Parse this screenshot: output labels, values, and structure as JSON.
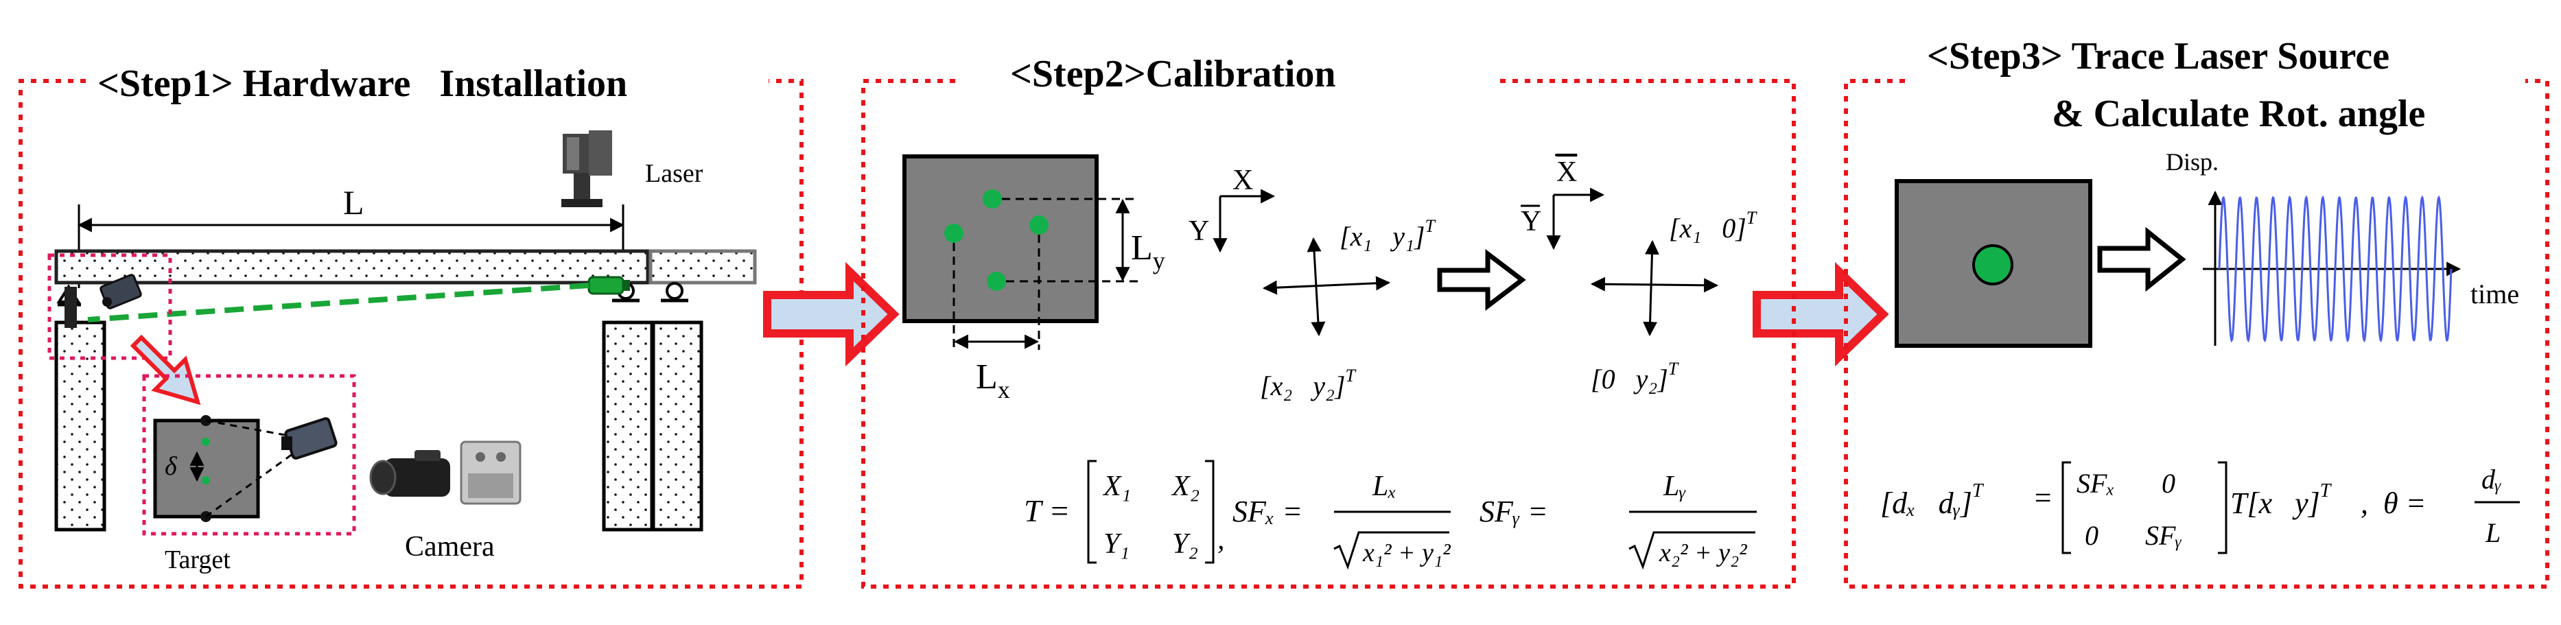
{
  "steps": [
    {
      "title": "<Step1> Hardware   Installation"
    },
    {
      "title": "<Step2>Calibration"
    },
    {
      "title_line1": "<Step3> Trace Laser Source",
      "title_line2": "& Calculate Rot. angle"
    }
  ],
  "step1": {
    "dim_L": "L",
    "laser_label": "Laser",
    "delta_label": "δ",
    "target_label": "Target",
    "camera_label": "Camera"
  },
  "step2": {
    "Ly_main": "L",
    "Ly_sub": "y",
    "Lx_main": "L",
    "Lx_sub": "x",
    "axis_X": "X",
    "axis_Y": "Y",
    "axis_Xbar": "X",
    "axis_Ybar": "Y",
    "vec_top_left": "[x₁   y₁]",
    "vec_bottom_left": "[x₂   y₂]",
    "vec_top_right": "[x₁   0]",
    "vec_bottom_right": "[0   y₂]",
    "sup_T": "T",
    "formula": {
      "T_lhs": "T =",
      "m11": "X₁",
      "m12": "X₂",
      "m21": "Y₁",
      "m22": "Y₂",
      "sfx_lhs": "SFₓ =",
      "sfx_num": "Lₓ",
      "sfx_den": "x₁² + y₁²",
      "sfy_lhs": "SFᵧ =",
      "sfy_num": "Lᵧ",
      "sfy_den": "x₂² + y₂²"
    }
  },
  "step3": {
    "disp_label": "Disp.",
    "time_label": "time",
    "formula": {
      "lhs": "[dₓ   dᵧ]",
      "sup_T": "T",
      "eq": "=",
      "m11": "SFₓ",
      "m12": "0",
      "m21": "0",
      "m22": "SFᵧ",
      "mid": "T[x   y]",
      "theta_lhs": ",  θ =",
      "theta_num": "dᵧ",
      "theta_den": "L"
    }
  },
  "colors": {
    "dashed_frame": "#e8141a",
    "arrow_red": "#ee1c24",
    "arrow_fill": "#c9dcef",
    "target_gray": "#7f7f7f",
    "green_dot": "#12b04a",
    "laser_green": "#19a637",
    "wave_blue": "#4a5ee8",
    "step1_callout": "#e0195c"
  },
  "signal": {
    "cycles": 14
  }
}
